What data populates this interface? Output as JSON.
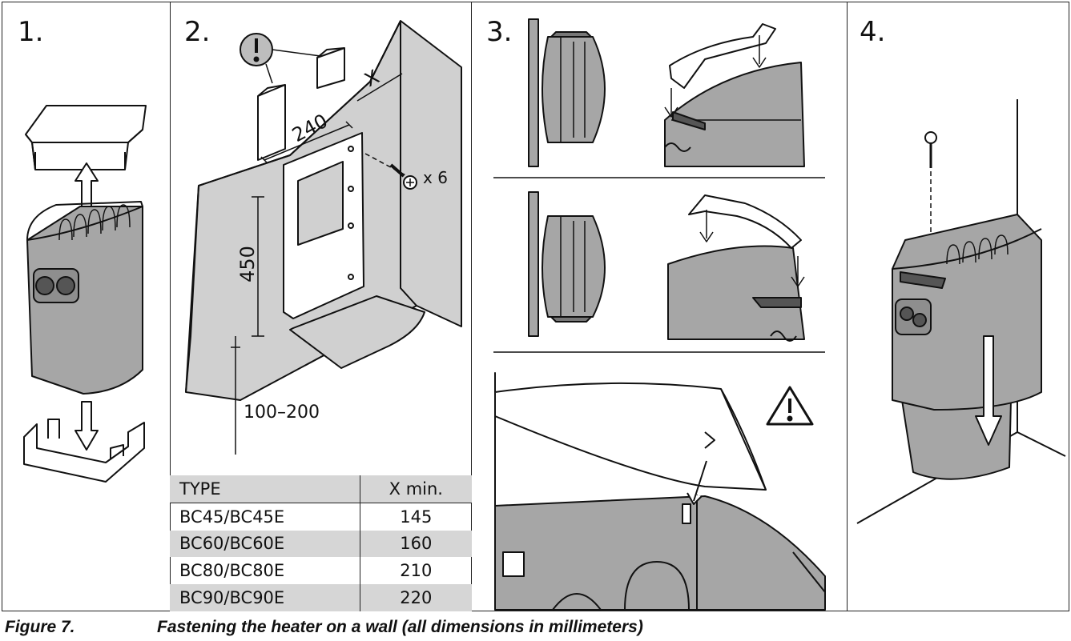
{
  "steps": [
    "1.",
    "2.",
    "3.",
    "4."
  ],
  "dimensions": {
    "width": "240",
    "height": "450",
    "clearance": "X",
    "floor_gap": "100–200",
    "screws": "x 6"
  },
  "table": {
    "headers": [
      "TYPE",
      "X min."
    ],
    "rows": [
      {
        "type": "BC45/BC45E",
        "xmin": "145"
      },
      {
        "type": "BC60/BC60E",
        "xmin": "160"
      },
      {
        "type": "BC80/BC80E",
        "xmin": "210"
      },
      {
        "type": "BC90/BC90E",
        "xmin": "220"
      }
    ]
  },
  "caption": {
    "label": "Figure 7.",
    "text": "Fastening the heater on a wall (all dimensions in millimeters)"
  },
  "colors": {
    "heater_fill": "#a6a6a6",
    "wall_fill": "#d0d0d0",
    "line": "#111111",
    "table_shade": "#d6d6d6"
  },
  "icons": [
    "info-exclamation-icon",
    "warning-triangle-icon",
    "up-arrow-icon",
    "down-arrow-icon",
    "screw-icon"
  ]
}
